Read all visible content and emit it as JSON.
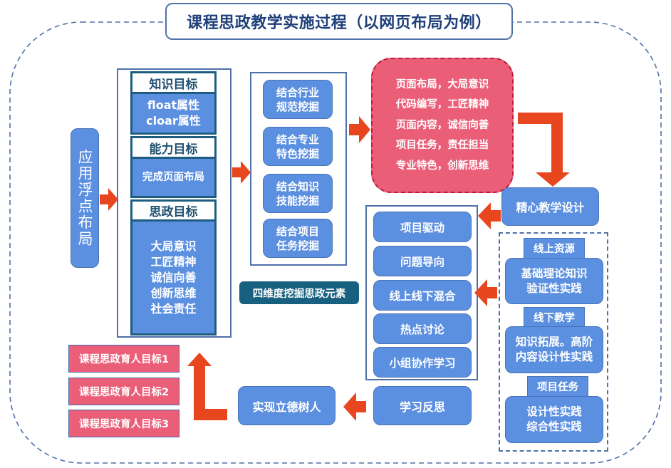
{
  "title": "课程思政教学实施过程（以网页布局为例）",
  "colors": {
    "accent_blue": "#5b8fe0",
    "frame_blue": "#4f71a8",
    "dark_teal": "#17607f",
    "pink": "#ea5e78",
    "arrow_orange": "#e8461f"
  },
  "apply": {
    "label": "应用浮点布局"
  },
  "goals": [
    {
      "heading": "知识目标",
      "body": [
        "float属性",
        "cloar属性"
      ]
    },
    {
      "heading": "能力目标",
      "body": [
        "完成页面布局"
      ]
    },
    {
      "heading": "思政目标",
      "body": [
        "大局意识",
        "工匠精神",
        "诚信向善",
        "创新思维",
        "社会责任"
      ]
    }
  ],
  "mining": {
    "items": [
      [
        "结合行业",
        "规范挖掘"
      ],
      [
        "结合专业",
        "特色挖掘"
      ],
      [
        "结合知识",
        "技能挖掘"
      ],
      [
        "结合项目",
        "任务挖掘"
      ]
    ],
    "caption": "四维度挖掘思政元素"
  },
  "elements": {
    "lines": [
      "页面布局，大局意识",
      "代码编写，工匠精神",
      "页面内容，诚信向善",
      "项目任务，责任担当",
      "专业特色，创新思维"
    ]
  },
  "design": {
    "label": "精心教学设计"
  },
  "methods": [
    "项目驱动",
    "问题导向",
    "线上线下混合",
    "热点讨论",
    "小组协作学习"
  ],
  "resources": [
    {
      "tab": "线上资源",
      "body": [
        "基础理论知识",
        "验证性实践"
      ]
    },
    {
      "tab": "线下教学",
      "body": [
        "知识拓展。高阶",
        "内容设计性实践"
      ]
    },
    {
      "tab": "项目任务",
      "body": [
        "设计性实践",
        "综合性实践"
      ]
    }
  ],
  "reflection": {
    "label": "学习反思"
  },
  "achieve": {
    "label": "实现立德树人"
  },
  "outcomes": [
    "课程思政育人目标1",
    "课程思政育人目标2",
    "课程思政育人目标3"
  ],
  "icons": {
    "arrow": "arrow-icon",
    "elbow_arrow": "elbow-arrow-icon"
  }
}
